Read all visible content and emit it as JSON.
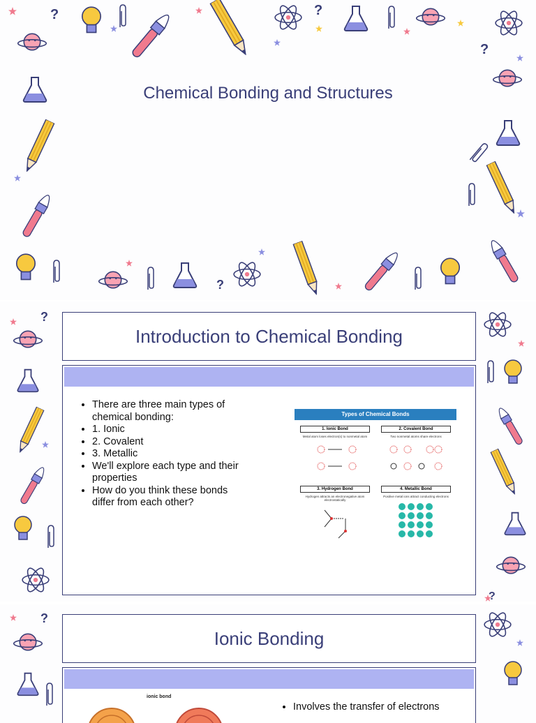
{
  "slides": [
    {
      "title": "Chemical Bonding and Structures"
    },
    {
      "title": "Introduction to Chemical Bonding",
      "bullets": [
        "There are three main types of chemical bonding:",
        "1. Ionic",
        "2. Covalent",
        "3. Metallic",
        "We'll explore each type and their properties",
        "How do you think these bonds differ from each other?"
      ],
      "infographic": {
        "title": "Types of Chemical Bonds",
        "panels": [
          {
            "title": "1. Ionic Bond",
            "subtitle": "Metal atom loses electron(s) to nonmetal atom"
          },
          {
            "title": "2. Covalent Bond",
            "subtitle": "Two nonmetal atoms share electrons"
          },
          {
            "title": "3. Hydrogen Bond",
            "subtitle": "Hydrogen attracts an electronegative atom electrostatically"
          },
          {
            "title": "4. Metallic Bond",
            "subtitle": "Positive metal ions attract conducting electrons"
          }
        ]
      }
    },
    {
      "title": "Ionic Bonding",
      "bullets": [
        "Involves the transfer of electrons"
      ],
      "diagram_label": "ionic bond"
    }
  ],
  "colors": {
    "title_text": "#3a3f78",
    "band": "#aeb3f2",
    "pink": "#f07a8e",
    "yellow": "#f7c93f",
    "purple": "#8b8fe0"
  },
  "icons": [
    "pencil-icon",
    "brush-icon",
    "flask-icon",
    "atom-icon",
    "planet-icon",
    "lightbulb-icon",
    "paperclip-icon",
    "star-icon",
    "question-icon"
  ]
}
